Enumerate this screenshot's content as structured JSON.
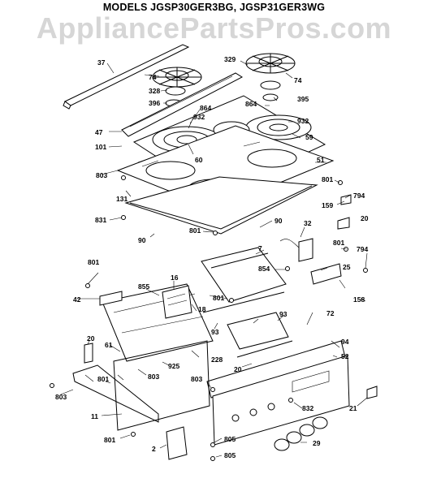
{
  "header": {
    "models": "MODELS JGSP30GER3BG, JGSP31GER3WG",
    "watermark": "AppliancePartsPros.com"
  },
  "callouts": [
    "37",
    "74",
    "329",
    "74",
    "328",
    "396",
    "864",
    "864",
    "395",
    "932",
    "932",
    "47",
    "101",
    "60",
    "59",
    "51",
    "803",
    "801",
    "794",
    "131",
    "159",
    "831",
    "801",
    "90",
    "32",
    "20",
    "90",
    "7",
    "801",
    "801",
    "794",
    "854",
    "25",
    "42",
    "16",
    "855",
    "18",
    "801",
    "158",
    "93",
    "93",
    "72",
    "20",
    "61",
    "94",
    "52",
    "228",
    "925",
    "803",
    "20",
    "801",
    "803",
    "803",
    "832",
    "21",
    "11",
    "805",
    "29",
    "801",
    "2",
    "805"
  ]
}
